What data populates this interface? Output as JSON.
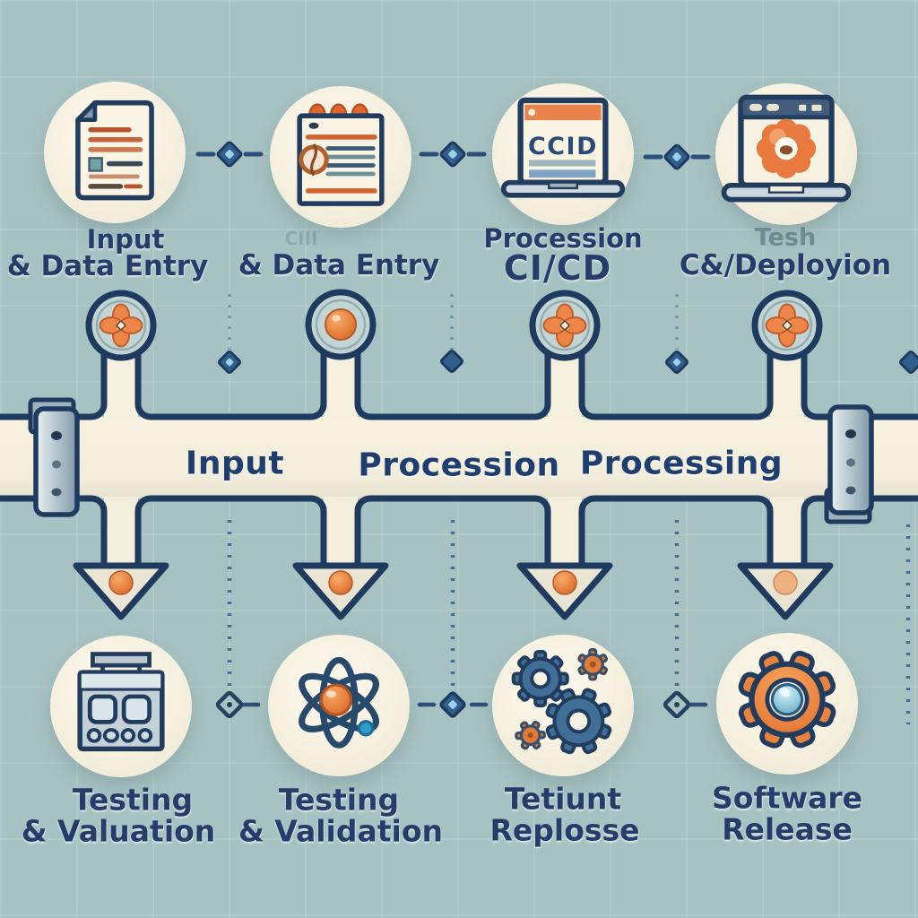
{
  "palette": {
    "background_teal": "#a7c2c2",
    "outline_navy": "#1e3a5e",
    "accent_orange": "#e87a3f",
    "bar_cream": "#f5efde",
    "label_navy": "#283c6b",
    "steel_blue": "#3f6e97"
  },
  "top_stages": [
    {
      "icon": "document-icon",
      "line1": "Input",
      "line2": "& Data Entry"
    },
    {
      "icon": "notepad-icon",
      "ghost": "CIII",
      "line2": "& Data Entry"
    },
    {
      "icon": "laptop-ci-cd-icon",
      "screen_text": "CCID",
      "line1": "Procession",
      "line2": "CI/CD"
    },
    {
      "icon": "laptop-flower-icon",
      "ghost": "Tesh",
      "line2": "C&/Deployion"
    }
  ],
  "timeline_bar": {
    "segments": [
      "Input",
      "Procession",
      "Processing"
    ]
  },
  "bottom_stages": [
    {
      "icon": "testing-machine-icon",
      "line1": "Testing",
      "line2": "& Valuation"
    },
    {
      "icon": "atom-icon",
      "line1": "Testing",
      "line2": "& Validation"
    },
    {
      "icon": "gears-icon",
      "line1": "Tetiunt",
      "line2": "Replosse"
    },
    {
      "icon": "release-gear-icon",
      "line1": "Software",
      "line2": "Release"
    }
  ]
}
